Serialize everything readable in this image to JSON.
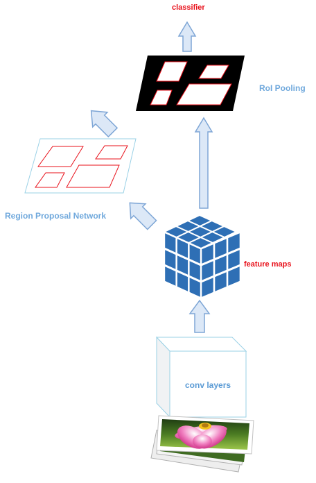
{
  "labels": {
    "classifier": "classifier",
    "roi_pooling": "RoI Pooling",
    "region_proposal_network": "Region Proposal Network",
    "feature_maps": "feature maps",
    "conv_layers": "conv layers"
  },
  "colors": {
    "arrow_fill": "#dce8f7",
    "arrow_stroke": "#7ea6d6",
    "label_red": "#e8101a",
    "label_blue": "#6fa8dc",
    "cube_blue": "#2e6fb5",
    "proposal_red": "#e8101a",
    "roi_black": "#000000"
  },
  "icons": {
    "input_photos": "photo-stack-flower-icon",
    "feature_cube": "cube-grid-icon"
  }
}
